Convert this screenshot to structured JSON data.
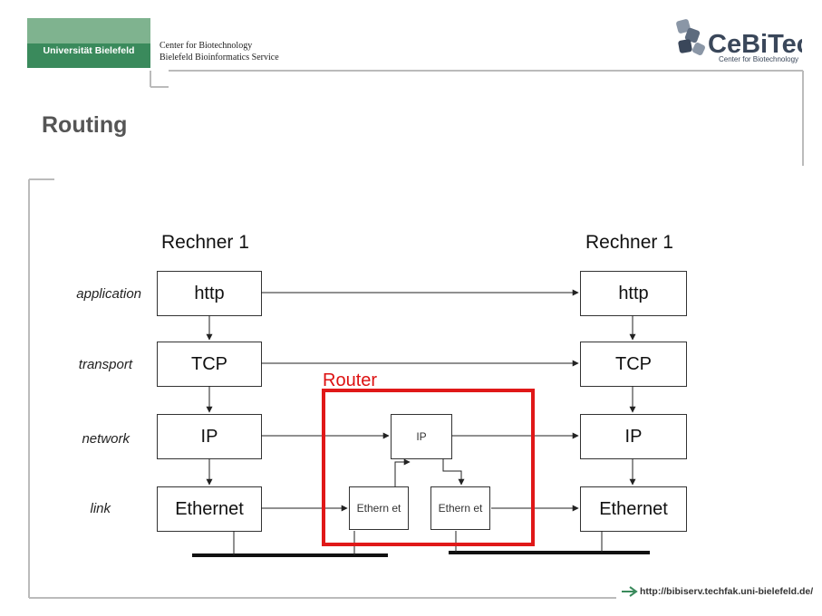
{
  "header": {
    "university_logo_text": "Universität Bielefeld",
    "center_line1": "Center for Biotechnology",
    "center_line2": "Bielefeld Bioinformatics Service",
    "cebitec_logo_text": "CeBiTec",
    "cebitec_logo_subtext": "Center for Biotechnology"
  },
  "title": "Routing",
  "layers": {
    "application": "application",
    "transport": "transport",
    "network": "network",
    "link": "link"
  },
  "left_host": {
    "label": "Rechner 1",
    "http": "http",
    "tcp": "TCP",
    "ip": "IP",
    "ethernet": "Ethernet"
  },
  "right_host": {
    "label": "Rechner 1",
    "http": "http",
    "tcp": "TCP",
    "ip": "IP",
    "ethernet": "Ethernet"
  },
  "router": {
    "label": "Router",
    "ip": "IP",
    "eth_left": "Ethern et",
    "eth_right": "Ethern et",
    "border_color": "#e01818"
  },
  "footer": {
    "url": "http://bibiserv.techfak.uni-bielefeld.de/"
  },
  "colors": {
    "uni_green": "#3a8a5c",
    "router_red": "#e01818"
  }
}
